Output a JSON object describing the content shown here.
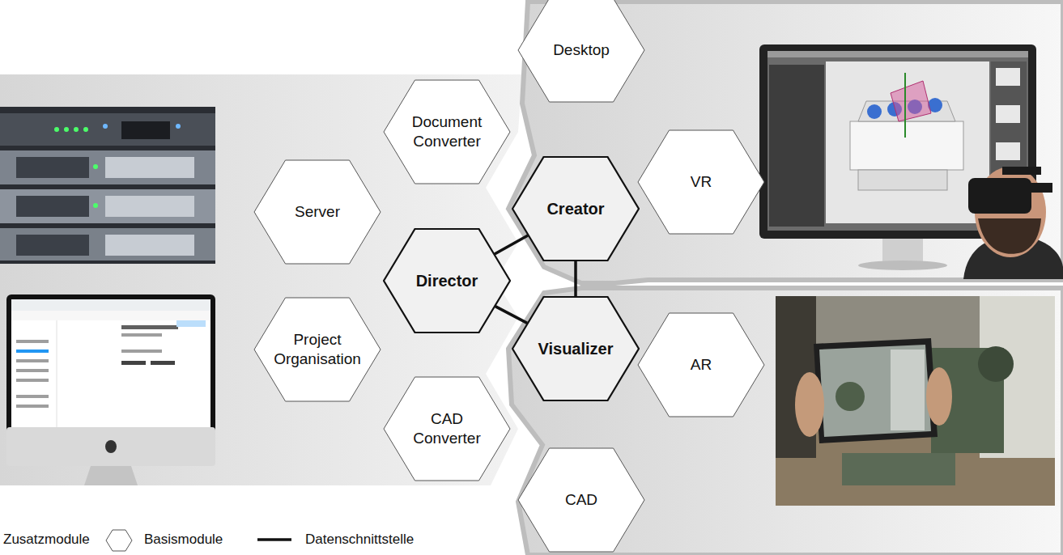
{
  "diagram": {
    "nodes": [
      {
        "text": [
          "Server"
        ]
      },
      {
        "text": [
          "Project Organisation"
        ]
      },
      {
        "text": [
          "Document Converter"
        ]
      },
      {
        "text": [
          "CAD Converter"
        ]
      },
      {
        "text": [
          "Director"
        ]
      },
      {
        "text": [
          "Creator"
        ]
      },
      {
        "text": [
          "Visualizer"
        ]
      },
      {
        "text": [
          "Desktop"
        ]
      },
      {
        "text": [
          "VR"
        ]
      },
      {
        "text": [
          "AR"
        ]
      },
      {
        "text": [
          "CAD"
        ]
      }
    ],
    "edges": [
      {
        "from": 4,
        "to": 5,
        "arrow": "none"
      },
      {
        "from": 4,
        "to": 6,
        "arrow": "none"
      },
      {
        "from": 5,
        "to": 6,
        "arrow": "none"
      }
    ],
    "legend": [
      {
        "text": "Zusatzmodule"
      },
      {
        "text": "Basismodule"
      },
      {
        "text": "Datenschnittstelle"
      }
    ]
  }
}
